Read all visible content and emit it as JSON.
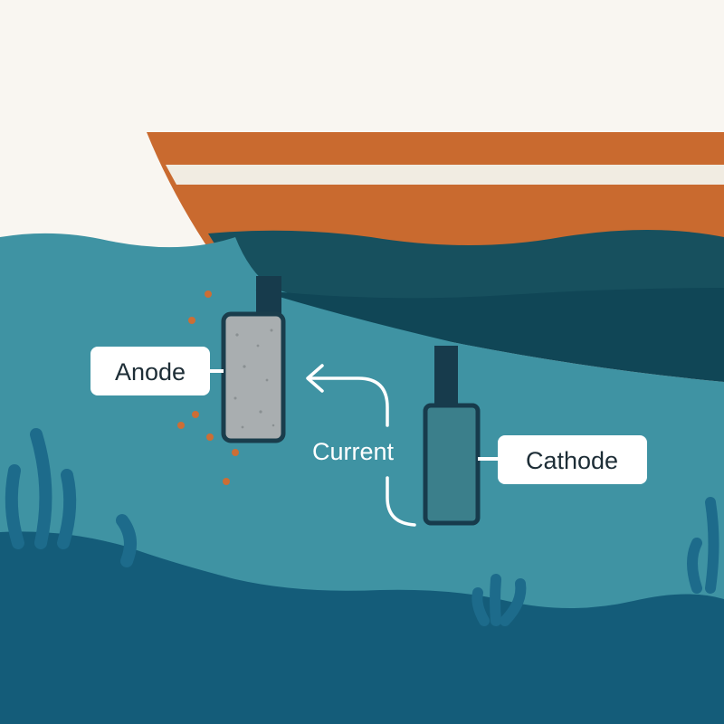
{
  "labels": {
    "anode": "Anode",
    "cathode": "Cathode",
    "current": "Current"
  },
  "colors": {
    "sky": "#f9f6f1",
    "hull_stripe": "#c96a2f",
    "hull_band": "#f1ece2",
    "hull_dark": "#17505e",
    "hull_shadow": "#104656",
    "water": "#3f93a3",
    "seabed": "#145c79",
    "seaweed": "#1d6b8b",
    "anode_fill": "#a9aeb0",
    "anode_outline": "#1a3d4c",
    "cathode_fill": "#3b7f8b",
    "mount": "#173b4c",
    "rust": "#cc6e35",
    "current_arrow": "#ffffff"
  }
}
